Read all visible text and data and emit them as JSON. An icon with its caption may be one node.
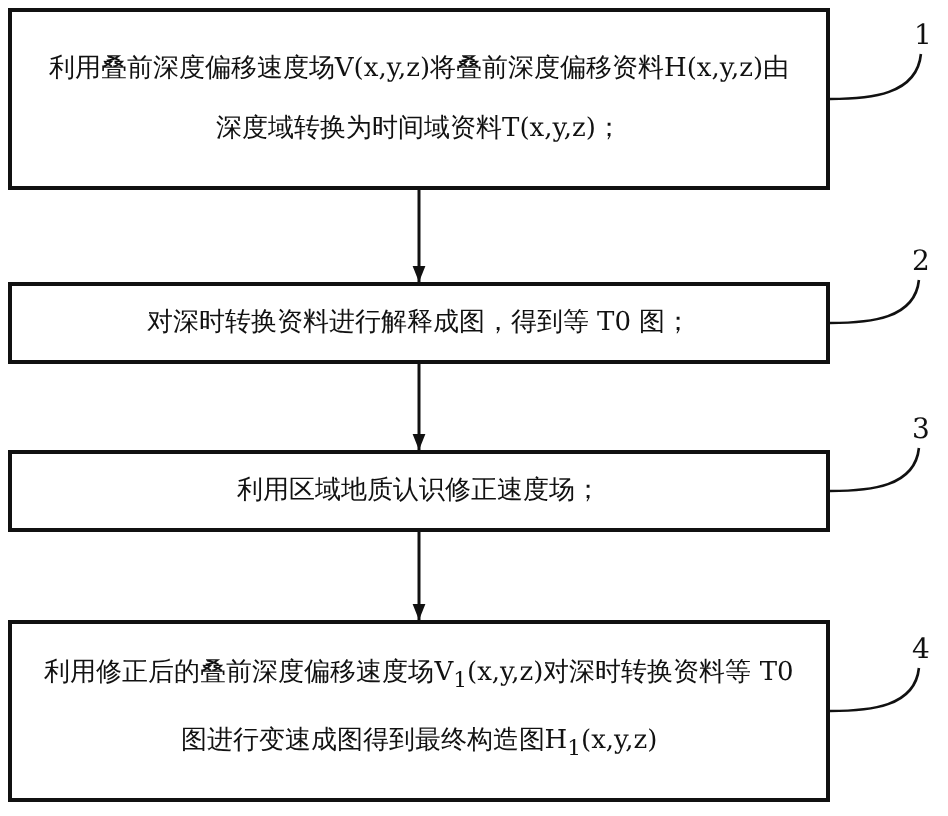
{
  "diagram": {
    "nodes": [
      {
        "text": [
          "利用叠前深度偏移速度场V(x,y,z)将叠前深度偏移资料H(x,y,z)由深度域转换为时间域资料T(x,y,z)；"
        ]
      },
      {
        "text": [
          "对深时转换资料进行解释成图，得到等 T0 图；"
        ]
      },
      {
        "text": [
          "利用区域地质认识修正速度场；"
        ]
      },
      {
        "text": [
          "利用修正后的叠前深度偏移速度场V$_{1}$(x,y,z)对深时转换资料等 T0 图进行变速成图得到最终构造图H$_{1}$(x,y,z)"
        ]
      },
      {
        "text": [
          "1"
        ]
      },
      {
        "text": [
          "2"
        ]
      },
      {
        "text": [
          "3"
        ]
      },
      {
        "text": [
          "4"
        ]
      }
    ],
    "edges": [
      {
        "from": 0,
        "to": 1,
        "arrow": "to"
      },
      {
        "from": 1,
        "to": 2,
        "arrow": "to"
      },
      {
        "from": 2,
        "to": 3,
        "arrow": "to"
      },
      {
        "from": 4,
        "to": 0,
        "arrow": "none"
      },
      {
        "from": 5,
        "to": 1,
        "arrow": "none"
      },
      {
        "from": 6,
        "to": 2,
        "arrow": "none"
      },
      {
        "from": 7,
        "to": 3,
        "arrow": "none"
      }
    ]
  }
}
